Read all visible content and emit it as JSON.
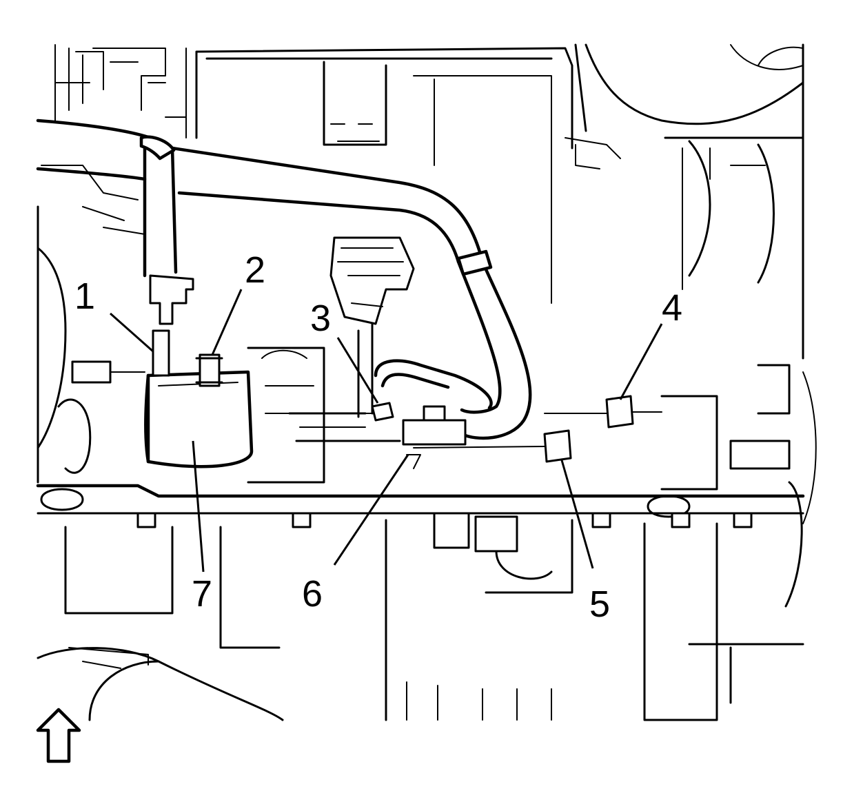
{
  "callouts": [
    {
      "id": "1",
      "text": "1"
    },
    {
      "id": "2",
      "text": "2"
    },
    {
      "id": "3",
      "text": "3"
    },
    {
      "id": "4",
      "text": "4"
    },
    {
      "id": "5",
      "text": "5"
    },
    {
      "id": "6",
      "text": "6"
    },
    {
      "id": "7",
      "text": "7"
    }
  ],
  "icons": {
    "view_direction": "up-arrow-icon"
  },
  "colors": {
    "line": "#000000",
    "background": "#ffffff"
  }
}
